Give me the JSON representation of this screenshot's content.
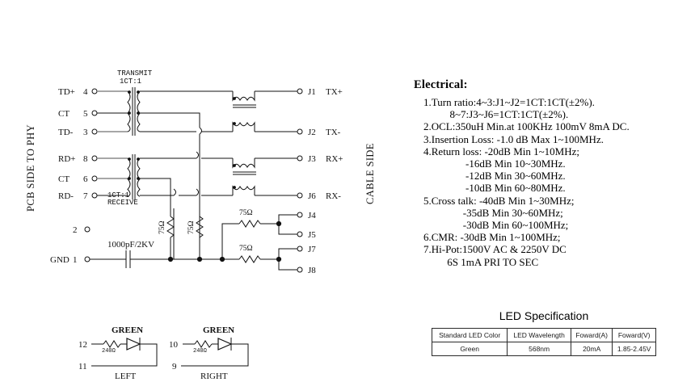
{
  "diagram": {
    "left_side_label": "PCB SIDE TO PHY",
    "right_side_label": "CABLE SIDE",
    "transformers": [
      {
        "name": "TRANSMIT",
        "ratio": "1CT:1",
        "label_position": "above"
      },
      {
        "name": "RECEIVE",
        "ratio": "1CT:1",
        "label_position": "below"
      }
    ],
    "pcb_pins": [
      {
        "signal": "TD+",
        "number": "4"
      },
      {
        "signal": "CT",
        "number": "5"
      },
      {
        "signal": "TD-",
        "number": "3"
      },
      {
        "signal": "RD+",
        "number": "8"
      },
      {
        "signal": "CT",
        "number": "6"
      },
      {
        "signal": "RD-",
        "number": "7"
      },
      {
        "signal": "",
        "number": "2"
      },
      {
        "signal": "GND",
        "number": "1"
      }
    ],
    "cable_pins": [
      {
        "name": "J1",
        "signal": "TX+"
      },
      {
        "name": "J2",
        "signal": "TX-"
      },
      {
        "name": "J3",
        "signal": "RX+"
      },
      {
        "name": "J6",
        "signal": "RX-"
      },
      {
        "name": "J4",
        "signal": ""
      },
      {
        "name": "J5",
        "signal": ""
      },
      {
        "name": "J7",
        "signal": ""
      },
      {
        "name": "J8",
        "signal": ""
      }
    ],
    "components": {
      "capacitor": "1000pF/2KV",
      "resistor_value": "75Ω",
      "resistor_count": 4,
      "led_resistor": "240Ω"
    },
    "led_circuits": [
      {
        "label": "LEFT",
        "color": "GREEN",
        "resistor": "240Ω",
        "anode_pin": "12",
        "cathode_pin": "11"
      },
      {
        "label": "RIGHT",
        "color": "GREEN",
        "resistor": "240Ω",
        "anode_pin": "10",
        "cathode_pin": "9"
      }
    ]
  },
  "electrical": {
    "title": "Electrical:",
    "lines": [
      "1.Turn ratio:4~3:J1~J2=1CT:1CT(±2%).",
      "          8~7:J3~J6=1CT:1CT(±2%).",
      "2.OCL:350uH Min.at 100KHz 100mV 8mA DC.",
      "3.Insertion Loss: -1.0 dB Max 1~100MHz.",
      "4.Return loss: -20dB Min 1~10MHz;",
      "                -16dB Min 10~30MHz.",
      "                -12dB Min 30~60MHz.",
      "                -10dB Min 60~80MHz.",
      "5.Cross talk: -40dB Min 1~30MHz;",
      "               -35dB Min 30~60MHz;",
      "               -30dB Min 60~100MHz;",
      "6.CMR: -30dB Min 1~100MHz;",
      "7.Hi-Pot:1500V AC & 2250V DC",
      "         6S 1mA PRI TO SEC"
    ]
  },
  "led_spec": {
    "title": "LED Specification",
    "headers": [
      "Standard LED Color",
      "LED Wavelength",
      "Foward(A)",
      "Foward(V)"
    ],
    "rows": [
      [
        "Green",
        "568nm",
        "20mA",
        "1.85-2.45V"
      ]
    ]
  }
}
